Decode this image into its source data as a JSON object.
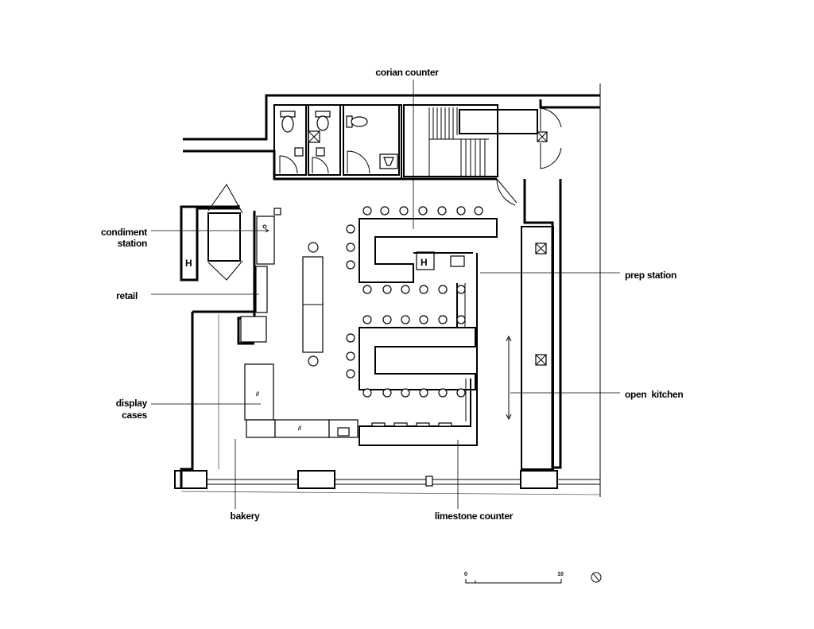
{
  "labels": {
    "corian_counter": "corian counter",
    "condiment_line1": "condiment",
    "condiment_line2": "station",
    "retail": "retail",
    "display_line1": "display",
    "display_line2": "cases",
    "prep_station": "prep station",
    "open_kitchen": "open  kitchen",
    "bakery": "bakery",
    "limestone_counter": "limestone counter"
  },
  "scale_bar": {
    "start": "0",
    "end": "10"
  },
  "icons": {
    "north": "north-arrow-icon"
  }
}
